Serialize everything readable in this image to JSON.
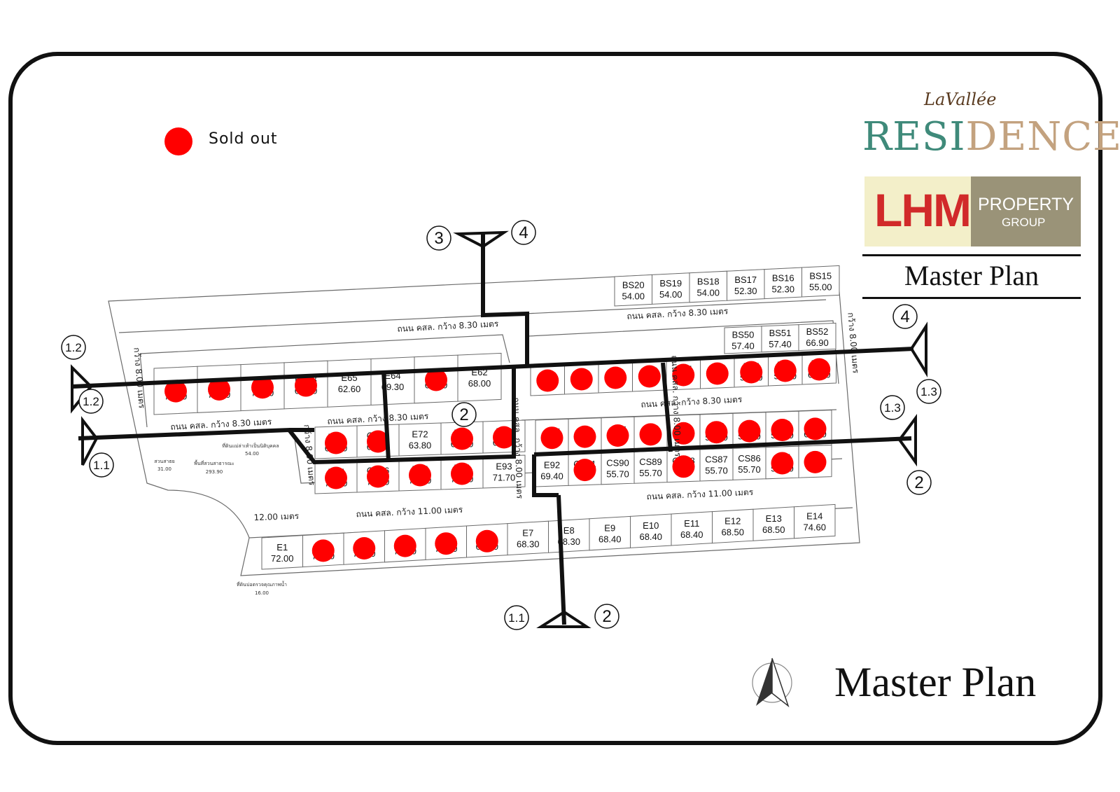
{
  "legend": {
    "sold_out_label": "Sold out"
  },
  "brand": {
    "la_vallee": "LaVallée",
    "residence_a": "RESI",
    "residence_b": "DENCE",
    "lhm": "LHM",
    "property": "PROPERTY",
    "group": "GROUP"
  },
  "title_top": "Master Plan",
  "title_bottom": "Master Plan",
  "colors": {
    "sold_out": "#ff0000",
    "line": "#111111",
    "plot_line": "#6b6b6b",
    "teal": "#3f8a7a",
    "tan": "#c3a27f"
  },
  "roads": [
    "ถนน คสล. กว้าง 8.30 เมตร",
    "ถนน คสล. กว้าง 8.30 เมตร",
    "ถนน คสล. กว้าง 8.30 เมตร",
    "ถนน คสล. กว้าง 8.30 เมตร",
    "ถนน คสล. กว้าง 8.30 เมตร",
    "ถนน คสล. กว้าง 11.00 เมตร",
    "ถนน คสล. กว้าง 11.00 เมตร",
    "ถนน คสล. กว้าง 8.00 เมตร",
    "ถนน คสล. กว้าง 8.00 เมตร",
    "กว้าง 8.00 เมตร",
    "กว้าง 8.00 เมตร",
    "กว้าง 8.00 เมตร",
    "12.00 เมตร"
  ],
  "misc_labels": [
    "ที่ดินแม่ล่าเท้าเป็นนิติบุคคล",
    "54.00",
    "สวนสาธย",
    "31.00",
    "พื้นที่สวนสาธารณะ",
    "293.90",
    "ที่ดินบ่อตรวจคุณภาพน้ำ",
    "16.00"
  ],
  "section_markers": [
    "3",
    "4",
    "1.2",
    "1.2",
    "1.1",
    "2",
    "1.3",
    "4",
    "1.3",
    "2",
    "1.1",
    "2"
  ],
  "lots": {
    "bs_row": [
      {
        "code": "BS20",
        "area": "54.00"
      },
      {
        "code": "BS19",
        "area": "54.00"
      },
      {
        "code": "BS18",
        "area": "54.00"
      },
      {
        "code": "BS17",
        "area": "52.30"
      },
      {
        "code": "BS16",
        "area": "52.30"
      },
      {
        "code": "BS15",
        "area": "55.00"
      }
    ],
    "bs2_row": [
      {
        "code": "BS50",
        "area": "57.40"
      },
      {
        "code": "BS51",
        "area": "57.40"
      },
      {
        "code": "BS52",
        "area": "66.90"
      }
    ],
    "row1_left": [
      {
        "code": "E68",
        "area": "71.00",
        "sold": true
      },
      {
        "code": "E67",
        "area": "71.00",
        "sold": true
      },
      {
        "code": "E66",
        "area": "71.00",
        "sold": true
      },
      {
        "code": "E66B",
        "area": "62.60",
        "sold": true
      },
      {
        "code": "E65",
        "area": "62.60",
        "sold": false
      },
      {
        "code": "E64",
        "area": "69.30",
        "sold": false
      },
      {
        "code": "E63",
        "area": "65.00",
        "sold": true
      },
      {
        "code": "E62",
        "area": "68.00",
        "sold": false
      }
    ],
    "row1_right": [
      {
        "code": "C61",
        "area": "4",
        "sold": true
      },
      {
        "code": "C60",
        "area": "4",
        "sold": true
      },
      {
        "code": "C59",
        "area": "4",
        "sold": true
      },
      {
        "code": "C58",
        "area": "4",
        "sold": true
      },
      {
        "code": "C57",
        "area": "4",
        "sold": true
      },
      {
        "code": "C56",
        "area": "4",
        "sold": true
      },
      {
        "code": "B55",
        "area": "57.40",
        "sold": true
      },
      {
        "code": "B54",
        "area": "57.40",
        "sold": true
      },
      {
        "code": "B53",
        "area": "66.90",
        "sold": true
      }
    ],
    "row2_left": [
      {
        "code": "E70",
        "area": "63.80",
        "sold": true
      },
      {
        "code": "CS71",
        "area": "63.80",
        "sold": true
      },
      {
        "code": "E72",
        "area": "63.80",
        "sold": false
      },
      {
        "code": "E73",
        "area": "63.80",
        "sold": true
      },
      {
        "code": "E74",
        "area": "63.80",
        "sold": true
      }
    ],
    "row3_left": [
      {
        "code": "E97",
        "area": "71.70",
        "sold": true
      },
      {
        "code": "CS96",
        "area": "71.70",
        "sold": true
      },
      {
        "code": "E95",
        "area": "71.70",
        "sold": true
      },
      {
        "code": "E94",
        "area": "71.30",
        "sold": true
      },
      {
        "code": "E93",
        "area": "71.70",
        "sold": false
      }
    ],
    "row2_right": [
      {
        "code": "C75",
        "area": "6",
        "sold": true
      },
      {
        "code": "C76",
        "area": "5",
        "sold": true
      },
      {
        "code": "C77",
        "area": "5",
        "sold": true
      },
      {
        "code": "C78",
        "area": "5",
        "sold": true
      },
      {
        "code": "C79",
        "area": "5",
        "sold": true
      },
      {
        "code": "C80",
        "area": "57.40",
        "sold": true
      },
      {
        "code": "C81",
        "area": "57.40",
        "sold": true
      },
      {
        "code": "C82",
        "area": "57.40",
        "sold": true
      },
      {
        "code": "C83",
        "area": "67.10",
        "sold": true
      }
    ],
    "row3_right": [
      {
        "code": "E92",
        "area": "69.40",
        "sold": false
      },
      {
        "code": "CS91",
        "area": "5",
        "sold": true
      },
      {
        "code": "CS90",
        "area": "55.70",
        "sold": false
      },
      {
        "code": "CS89",
        "area": "55.70",
        "sold": false
      },
      {
        "code": "CS88",
        "area": "5",
        "sold": true
      },
      {
        "code": "CS87",
        "area": "55.70",
        "sold": false
      },
      {
        "code": "CS86",
        "area": "55.70",
        "sold": false
      },
      {
        "code": "C85",
        "area": "55.70",
        "sold": true
      },
      {
        "code": "C84",
        "area": "6",
        "sold": true
      }
    ],
    "e_row": [
      {
        "code": "E1",
        "area": "72.00",
        "sold": false
      },
      {
        "code": "E2",
        "area": "72.00",
        "sold": true
      },
      {
        "code": "E3",
        "area": "72.00",
        "sold": true
      },
      {
        "code": "E4",
        "area": "72.00",
        "sold": true
      },
      {
        "code": "E5",
        "area": "72.00",
        "sold": true
      },
      {
        "code": "E6",
        "area": "68.30",
        "sold": true
      },
      {
        "code": "E7",
        "area": "68.30",
        "sold": false
      },
      {
        "code": "E8",
        "area": "68.30",
        "sold": false
      },
      {
        "code": "E9",
        "area": "68.40",
        "sold": false
      },
      {
        "code": "E10",
        "area": "68.40",
        "sold": false
      },
      {
        "code": "E11",
        "area": "68.40",
        "sold": false
      },
      {
        "code": "E12",
        "area": "68.50",
        "sold": false
      },
      {
        "code": "E13",
        "area": "68.50",
        "sold": false
      },
      {
        "code": "E14",
        "area": "74.60",
        "sold": false
      }
    ]
  }
}
